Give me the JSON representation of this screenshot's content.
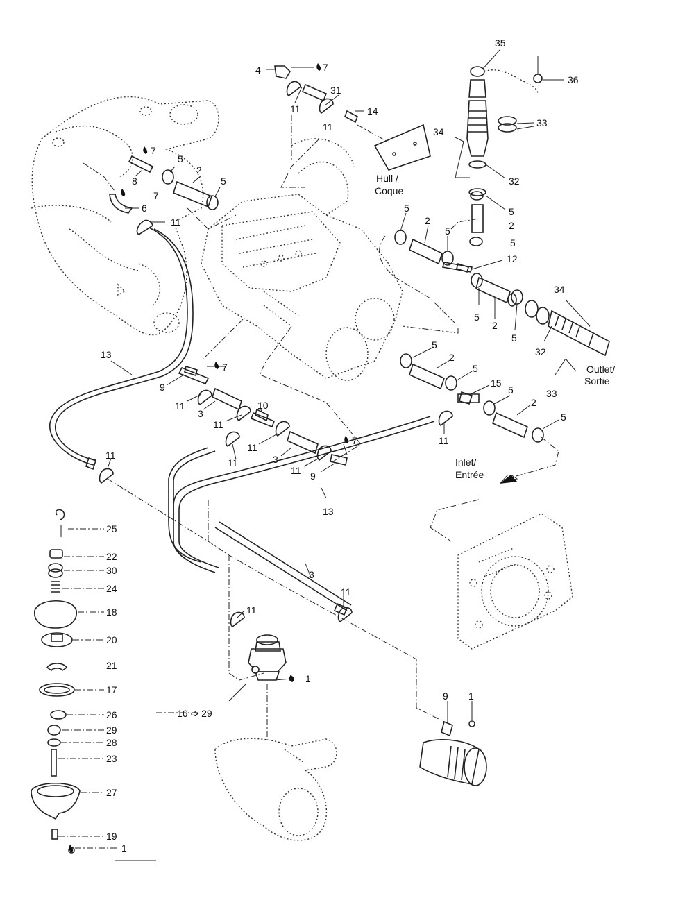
{
  "labels": {
    "hull": "Hull /",
    "coque": "Coque",
    "outlet": "Outlet/",
    "sortie": "Sortie",
    "inlet": "Inlet/",
    "entree": "Entrée",
    "ref_16_29": "16 ➩ 29"
  },
  "callouts": [
    "35",
    "36",
    "33",
    "34",
    "32",
    "5",
    "2",
    "5",
    "5",
    "2",
    "5",
    "12",
    "34",
    "5",
    "2",
    "5",
    "32",
    "33",
    "31",
    "14",
    "11",
    "4",
    "7",
    "11",
    "7",
    "8",
    "5",
    "2",
    "5",
    "7",
    "7",
    "6",
    "11",
    "5",
    "2",
    "5",
    "15",
    "5",
    "2",
    "5",
    "11",
    "9",
    "7",
    "11",
    "3",
    "11",
    "10",
    "11",
    "11",
    "3",
    "11",
    "9",
    "7",
    "13",
    "11",
    "13",
    "3",
    "11",
    "25",
    "22",
    "30",
    "24",
    "18",
    "20",
    "21",
    "17",
    "26",
    "29",
    "28",
    "23",
    "27",
    "19",
    "1",
    "11",
    "1",
    "9",
    "1"
  ]
}
